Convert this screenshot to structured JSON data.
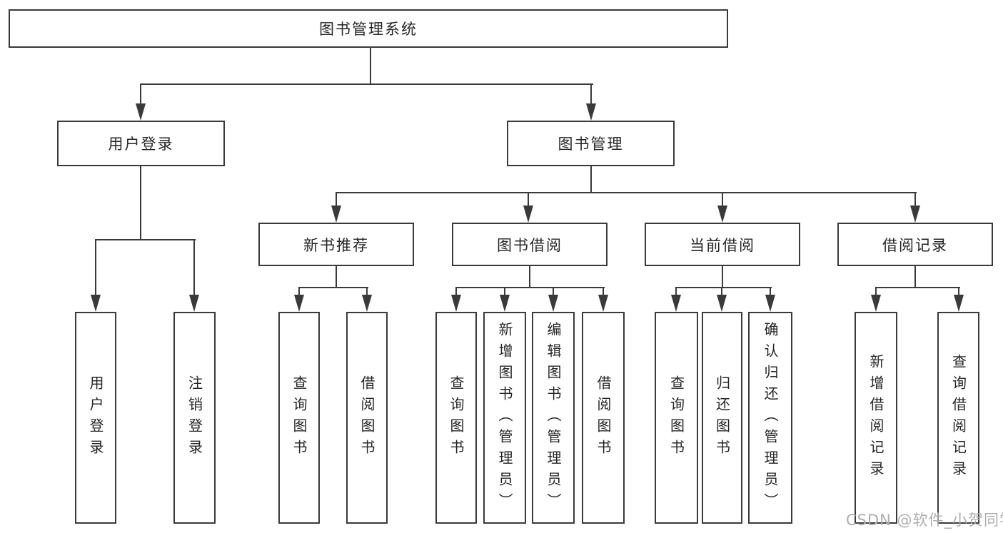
{
  "tree": {
    "root": {
      "label": "图书管理系统"
    },
    "branches": [
      {
        "label": "用户登录",
        "children": [
          {
            "label": "用户登录"
          },
          {
            "label": "注销登录"
          }
        ]
      },
      {
        "label": "图书管理",
        "sections": [
          {
            "label": "新书推荐",
            "children": [
              {
                "label": "查询图书"
              },
              {
                "label": "借阅图书"
              }
            ]
          },
          {
            "label": "图书借阅",
            "children": [
              {
                "label": "查询图书"
              },
              {
                "label": "新增图书（管理员）"
              },
              {
                "label": "编辑图书（管理员）"
              },
              {
                "label": "借阅图书"
              }
            ]
          },
          {
            "label": "当前借阅",
            "children": [
              {
                "label": "查询图书"
              },
              {
                "label": "归还图书"
              },
              {
                "label": "确认归还（管理员）"
              }
            ]
          },
          {
            "label": "借阅记录",
            "children": [
              {
                "label": "新增借阅记录"
              },
              {
                "label": "查询借阅记录"
              }
            ]
          }
        ]
      }
    ]
  },
  "watermark": {
    "text": "CSDN @软件_小贺同学"
  },
  "colors": {
    "line": "#3a3a3a",
    "text": "#262626",
    "background": "#ffffff",
    "watermark": "#aeaeae"
  }
}
